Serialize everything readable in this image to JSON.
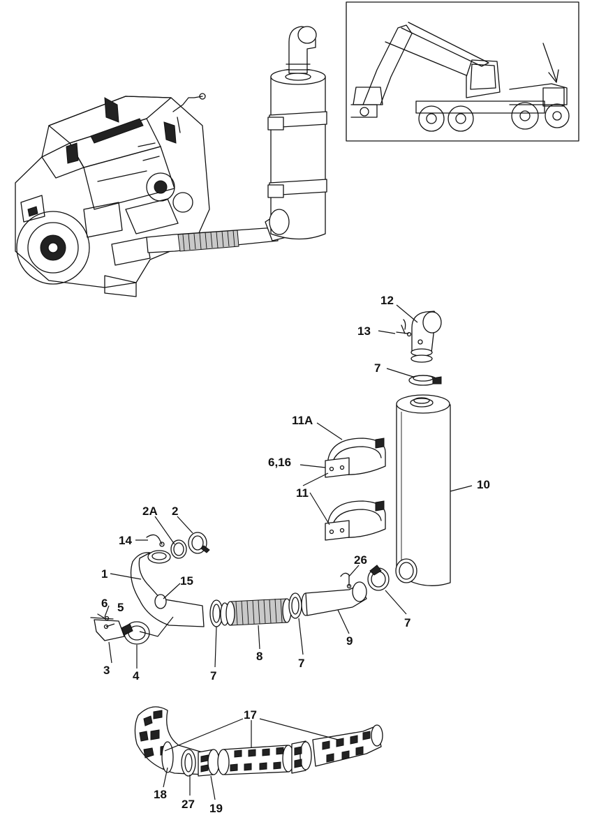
{
  "labels": {
    "l12": "12",
    "l13": "13",
    "l7a": "7",
    "l11a": "11A",
    "l616": "6,16",
    "l11": "11",
    "l10": "10",
    "l2a": "2A",
    "l2": "2",
    "l14": "14",
    "l26": "26",
    "l1": "1",
    "l15": "15",
    "l6": "6",
    "l5": "5",
    "l3": "3",
    "l4": "4",
    "l7b": "7",
    "l8": "8",
    "l7c": "7",
    "l9": "9",
    "l7d": "7",
    "l17": "17",
    "l18": "18",
    "l27": "27",
    "l19": "19"
  }
}
